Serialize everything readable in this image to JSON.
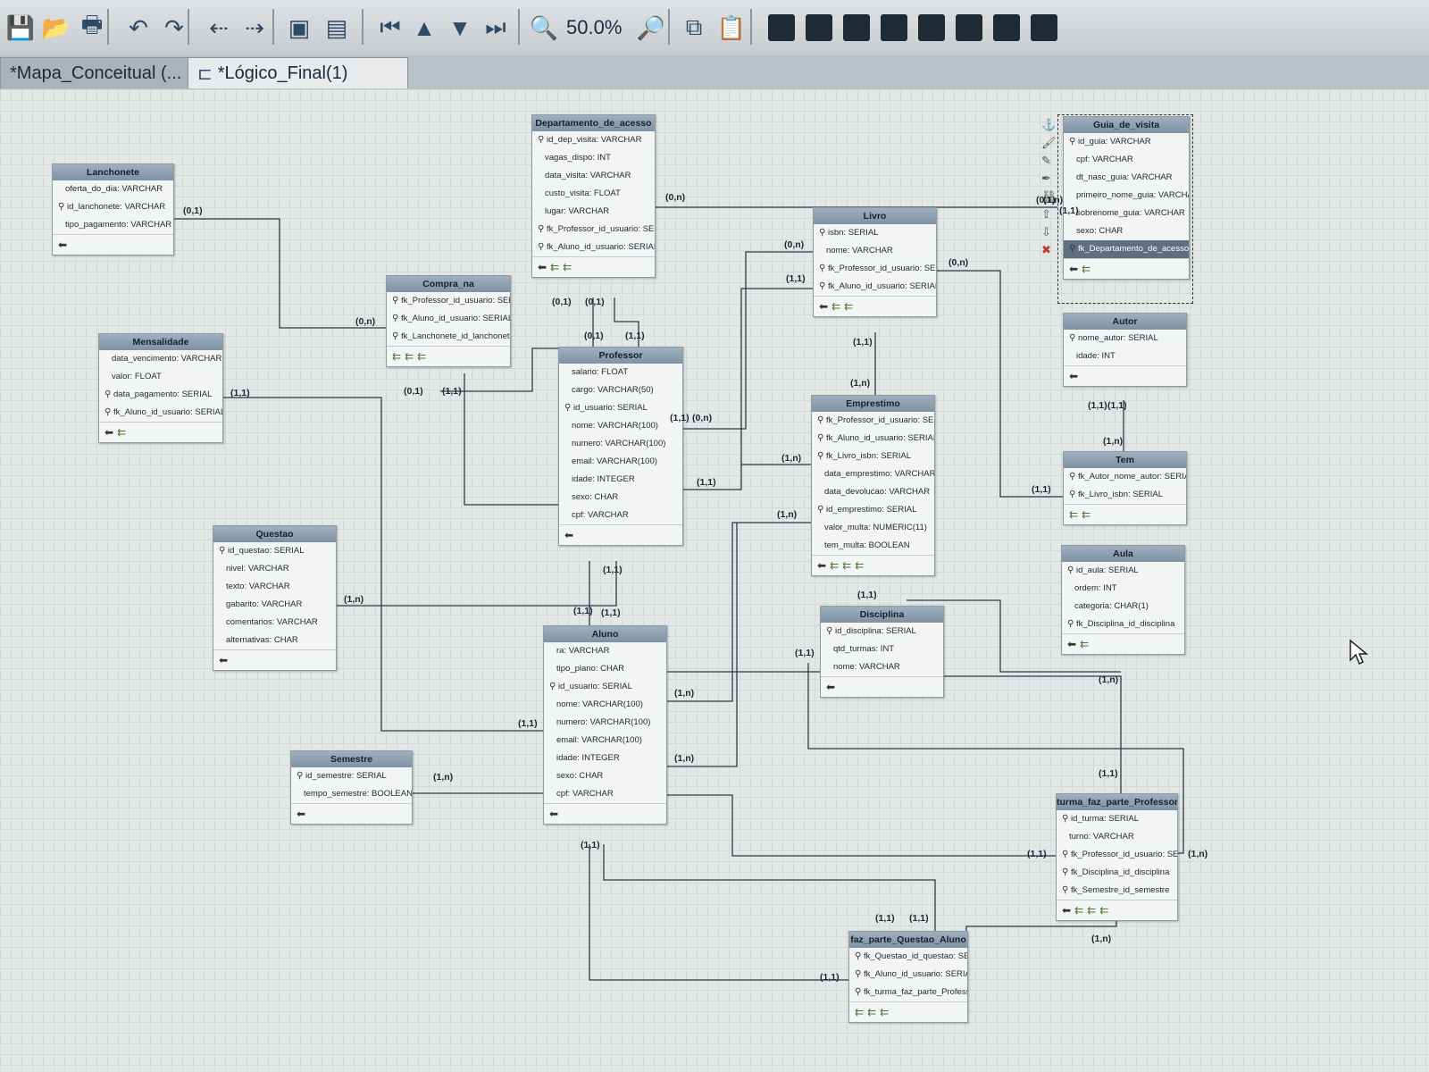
{
  "toolbar": {
    "zoom": "50.0%",
    "icons": [
      "save-icon",
      "open-icon",
      "print-icon",
      "undo-icon",
      "redo-icon",
      "arrow-left-icon",
      "arrow-right-icon",
      "bring-front-icon",
      "send-back-icon",
      "first-icon",
      "up-icon",
      "down-icon",
      "last-icon",
      "zoom-out-icon",
      "zoom-in-icon",
      "copy-icon",
      "paste-icon",
      "table-icon",
      "table-icon",
      "table-icon",
      "table-icon",
      "table-icon",
      "table-icon",
      "table-icon",
      "table-icon"
    ]
  },
  "tabs": [
    {
      "label": "*Mapa_Conceitual (...",
      "active": false
    },
    {
      "label": "*Lógico_Final(1)",
      "active": true
    }
  ],
  "tables": [
    {
      "id": "Lanchonete",
      "title": "Lanchonete",
      "rows": [
        {
          "name": "oferta_do_dia: VARCHAR",
          "key": ""
        },
        {
          "name": "id_lanchonete: VARCHAR",
          "key": "pk"
        },
        {
          "name": "tipo_pagamento: VARCHAR",
          "key": ""
        }
      ],
      "footer": [
        "op"
      ]
    },
    {
      "id": "Mensalidade",
      "title": "Mensalidade",
      "rows": [
        {
          "name": "data_vencimento: VARCHAR",
          "key": ""
        },
        {
          "name": "valor: FLOAT",
          "key": ""
        },
        {
          "name": "data_pagamento: SERIAL",
          "key": "pk"
        },
        {
          "name": "fk_Aluno_id_usuario: SERIAL",
          "key": "fk"
        }
      ],
      "footer": [
        "op",
        "fk"
      ]
    },
    {
      "id": "Compra_na",
      "title": "Compra_na",
      "rows": [
        {
          "name": "fk_Professor_id_usuario: SERIAL",
          "key": "fk"
        },
        {
          "name": "fk_Aluno_id_usuario: SERIAL",
          "key": "fk"
        },
        {
          "name": "fk_Lanchonete_id_lanchonete",
          "key": "fk"
        }
      ],
      "footer": [
        "fk",
        "fk",
        "fk"
      ]
    },
    {
      "id": "Departamento",
      "title": "Departamento_de_acesso",
      "rows": [
        {
          "name": "id_dep_visita: VARCHAR",
          "key": "pk"
        },
        {
          "name": "vagas_dispo: INT",
          "key": ""
        },
        {
          "name": "data_visita: VARCHAR",
          "key": ""
        },
        {
          "name": "custo_visita: FLOAT",
          "key": ""
        },
        {
          "name": "lugar: VARCHAR",
          "key": ""
        },
        {
          "name": "fk_Professor_id_usuario: SERIAL",
          "key": "fk"
        },
        {
          "name": "fk_Aluno_id_usuario: SERIAL",
          "key": "fk"
        }
      ],
      "footer": [
        "op",
        "fk",
        "fk"
      ]
    },
    {
      "id": "Professor",
      "title": "Professor",
      "rows": [
        {
          "name": "salario: FLOAT",
          "key": ""
        },
        {
          "name": "cargo: VARCHAR(50)",
          "key": ""
        },
        {
          "name": "id_usuario: SERIAL",
          "key": "pk"
        },
        {
          "name": "nome: VARCHAR(100)",
          "key": ""
        },
        {
          "name": "numero: VARCHAR(100)",
          "key": ""
        },
        {
          "name": "email: VARCHAR(100)",
          "key": ""
        },
        {
          "name": "idade: INTEGER",
          "key": ""
        },
        {
          "name": "sexo: CHAR",
          "key": ""
        },
        {
          "name": "cpf: VARCHAR",
          "key": ""
        }
      ],
      "footer": [
        "op"
      ]
    },
    {
      "id": "Livro",
      "title": "Livro",
      "rows": [
        {
          "name": "isbn: SERIAL",
          "key": "pk"
        },
        {
          "name": "nome: VARCHAR",
          "key": ""
        },
        {
          "name": "fk_Professor_id_usuario: SERIAL",
          "key": "fk"
        },
        {
          "name": "fk_Aluno_id_usuario: SERIAL",
          "key": "fk"
        }
      ],
      "footer": [
        "op",
        "fk",
        "fk"
      ]
    },
    {
      "id": "Guia",
      "title": "Guia_de_visita",
      "rows": [
        {
          "name": "id_guia: VARCHAR",
          "key": "pk"
        },
        {
          "name": "cpf: VARCHAR",
          "key": ""
        },
        {
          "name": "dt_nasc_guia: VARCHAR",
          "key": ""
        },
        {
          "name": "primeiro_nome_guia: VARCHAR",
          "key": ""
        },
        {
          "name": "sobrenome_guia: VARCHAR",
          "key": ""
        },
        {
          "name": "sexo: CHAR",
          "key": ""
        },
        {
          "name": "fk_Departamento_de_acesso",
          "key": "fk",
          "selected": true
        }
      ],
      "footer": [
        "op",
        "fk"
      ]
    },
    {
      "id": "Autor",
      "title": "Autor",
      "rows": [
        {
          "name": "nome_autor: SERIAL",
          "key": "pk"
        },
        {
          "name": "idade: INT",
          "key": ""
        }
      ],
      "footer": [
        "op"
      ]
    },
    {
      "id": "Emprestimo",
      "title": "Emprestimo",
      "rows": [
        {
          "name": "fk_Professor_id_usuario: SERIAL",
          "key": "fk"
        },
        {
          "name": "fk_Aluno_id_usuario: SERIAL",
          "key": "fk"
        },
        {
          "name": "fk_Livro_isbn: SERIAL",
          "key": "fk"
        },
        {
          "name": "data_emprestimo: VARCHAR",
          "key": ""
        },
        {
          "name": "data_devolucao: VARCHAR",
          "key": ""
        },
        {
          "name": "id_emprestimo: SERIAL",
          "key": "pk"
        },
        {
          "name": "valor_multa: NUMERIC(11)",
          "key": ""
        },
        {
          "name": "tem_multa: BOOLEAN",
          "key": ""
        }
      ],
      "footer": [
        "op",
        "fk",
        "fk",
        "fk"
      ]
    },
    {
      "id": "Tem",
      "title": "Tem",
      "rows": [
        {
          "name": "fk_Autor_nome_autor: SERIAL",
          "key": "fk"
        },
        {
          "name": "fk_Livro_isbn: SERIAL",
          "key": "fk"
        }
      ],
      "footer": [
        "fk",
        "fk"
      ]
    },
    {
      "id": "Aula",
      "title": "Aula",
      "rows": [
        {
          "name": "id_aula: SERIAL",
          "key": "pk"
        },
        {
          "name": "ordem: INT",
          "key": ""
        },
        {
          "name": "categoria: CHAR(1)",
          "key": ""
        },
        {
          "name": "fk_Disciplina_id_disciplina",
          "key": "fk"
        }
      ],
      "footer": [
        "op",
        "fk"
      ]
    },
    {
      "id": "Questao",
      "title": "Questao",
      "rows": [
        {
          "name": "id_questao: SERIAL",
          "key": "pk"
        },
        {
          "name": "nivel: VARCHAR",
          "key": ""
        },
        {
          "name": "texto: VARCHAR",
          "key": ""
        },
        {
          "name": "gabarito: VARCHAR",
          "key": ""
        },
        {
          "name": "comentarios: VARCHAR",
          "key": ""
        },
        {
          "name": "alternativas: CHAR",
          "key": ""
        }
      ],
      "footer": [
        "op"
      ]
    },
    {
      "id": "Aluno",
      "title": "Aluno",
      "rows": [
        {
          "name": "ra: VARCHAR",
          "key": ""
        },
        {
          "name": "tipo_plano: CHAR",
          "key": ""
        },
        {
          "name": "id_usuario: SERIAL",
          "key": "pk"
        },
        {
          "name": "nome: VARCHAR(100)",
          "key": ""
        },
        {
          "name": "numero: VARCHAR(100)",
          "key": ""
        },
        {
          "name": "email: VARCHAR(100)",
          "key": ""
        },
        {
          "name": "idade: INTEGER",
          "key": ""
        },
        {
          "name": "sexo: CHAR",
          "key": ""
        },
        {
          "name": "cpf: VARCHAR",
          "key": ""
        }
      ],
      "footer": [
        "op"
      ]
    },
    {
      "id": "Disciplina",
      "title": "Disciplina",
      "rows": [
        {
          "name": "id_disciplina: SERIAL",
          "key": "pk"
        },
        {
          "name": "qtd_turmas: INT",
          "key": ""
        },
        {
          "name": "nome: VARCHAR",
          "key": ""
        }
      ],
      "footer": [
        "op"
      ]
    },
    {
      "id": "Semestre",
      "title": "Semestre",
      "rows": [
        {
          "name": "id_semestre: SERIAL",
          "key": "pk"
        },
        {
          "name": "tempo_semestre: BOOLEAN",
          "key": ""
        }
      ],
      "footer": [
        "op"
      ]
    },
    {
      "id": "Turma",
      "title": "turma_faz_parte_Professor",
      "rows": [
        {
          "name": "id_turma: SERIAL",
          "key": "pk"
        },
        {
          "name": "turno: VARCHAR",
          "key": ""
        },
        {
          "name": "fk_Professor_id_usuario: SERIAL",
          "key": "fk"
        },
        {
          "name": "fk_Disciplina_id_disciplina",
          "key": "fk"
        },
        {
          "name": "fk_Semestre_id_semestre",
          "key": "fk"
        }
      ],
      "footer": [
        "op",
        "fk",
        "fk",
        "fk"
      ]
    },
    {
      "id": "FazParte",
      "title": "faz_parte_Questao_Aluno",
      "rows": [
        {
          "name": "fk_Questao_id_questao: SERIAL",
          "key": "fk"
        },
        {
          "name": "fk_Aluno_id_usuario: SERIAL",
          "key": "fk"
        },
        {
          "name": "fk_turma_faz_parte_Professor",
          "key": "fk"
        }
      ],
      "footer": [
        "fk",
        "fk",
        "fk"
      ]
    }
  ],
  "cardinalities": [
    "(0,1)",
    "(0,n)",
    "(1,1)",
    "(1,n)",
    "(0,1)",
    "(0,1)",
    "(0,1)",
    "(0,1)",
    "(1,1)",
    "(1,1)",
    "(0,n)",
    "(0,n)",
    "(1,1)",
    "(0,n)",
    "(0,n)",
    "(1,1)",
    "(1,1)",
    "(1,n)",
    "(1,n)",
    "(1,n)",
    "(1,1)",
    "(1,1)",
    "(1,1)",
    "(1,n)",
    "(1,1)",
    "(1,n)",
    "(1,n)",
    "(1,1)",
    "(0,1)",
    "(1,n)",
    "(1,1)",
    "(1,1)",
    "(1,1)",
    "(1,n)",
    "(1,1)",
    "(1,1)",
    "(1,n)",
    "(1,1)",
    "(1,1)",
    "(1,1)",
    "(1,1)",
    "(1,n)",
    "(1,1)",
    "(1,n)",
    "(1,1)",
    "(1,1)"
  ],
  "side_tools": [
    "anchor-icon",
    "brush-icon",
    "edit-icon",
    "pen-icon",
    "chain-icon",
    "up-arrow-icon",
    "down-arrow-icon",
    "delete-icon"
  ]
}
